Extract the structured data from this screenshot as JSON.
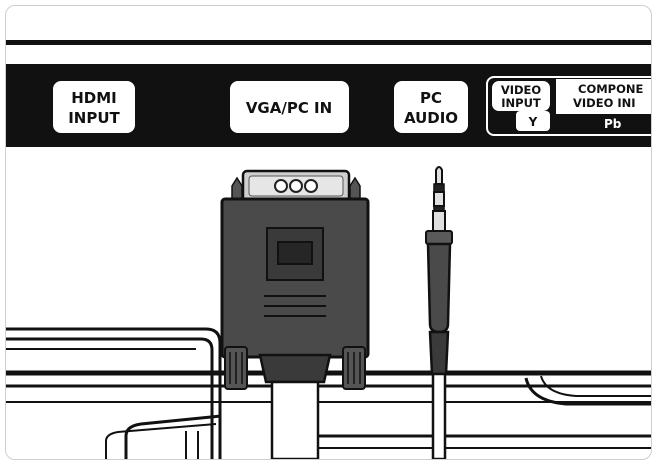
{
  "panel": {
    "hdmi_line1": "HDMI",
    "hdmi_line2": "INPUT",
    "vga_label": "VGA/PC IN",
    "pc_audio_line1": "PC",
    "pc_audio_line2": "AUDIO",
    "video_input_line1": "VIDEO",
    "video_input_line2": "INPUT",
    "video_y": "Y",
    "component_line1": "COMPONE",
    "component_line2": "VIDEO INI",
    "component_pb": "Pb"
  },
  "colors": {
    "panel_black": "#111111",
    "connector_body": "#4a4a4a",
    "connector_dark": "#262626",
    "cable_white": "#ffffff"
  }
}
